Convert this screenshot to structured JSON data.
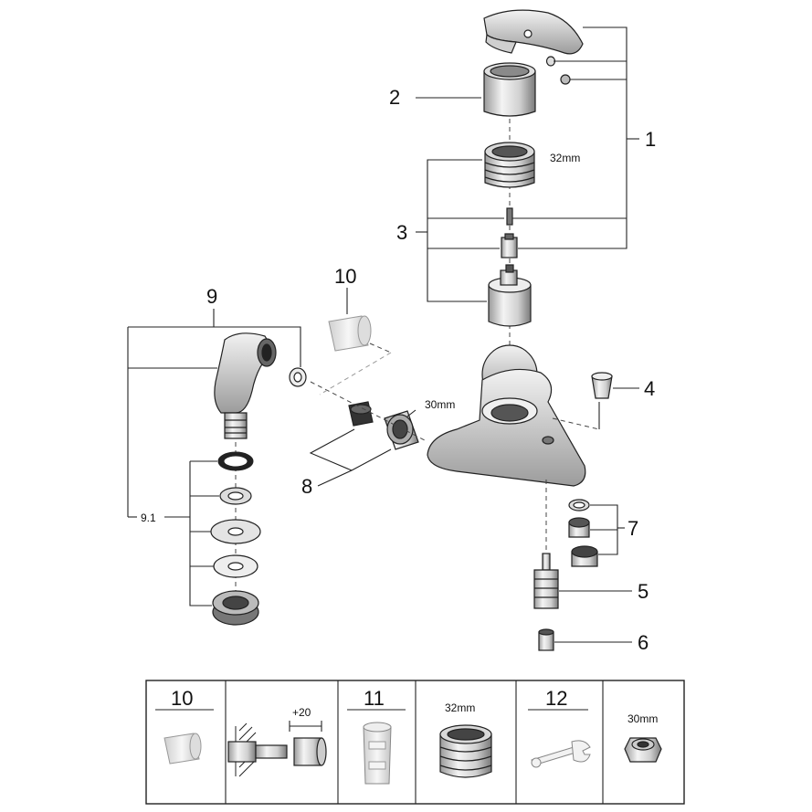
{
  "callouts": {
    "c1": "1",
    "c2": "2",
    "c3": "3",
    "c4": "4",
    "c5": "5",
    "c6": "6",
    "c7": "7",
    "c8": "8",
    "c9": "9",
    "c9_1": "9.1",
    "c10": "10"
  },
  "dimensions": {
    "cartridge_nut": "32mm",
    "union_nut": "30mm"
  },
  "accessories": {
    "cell1_number": "10",
    "cell2_dimension": "+20",
    "cell3_number": "11",
    "cell4_dimension": "32mm",
    "cell5_number": "12",
    "cell6_dimension": "30mm"
  },
  "colors": {
    "line": "#222222",
    "part_fill": "#e6e6e6",
    "part_dark": "#555555",
    "faded": "#bdbdbd"
  }
}
